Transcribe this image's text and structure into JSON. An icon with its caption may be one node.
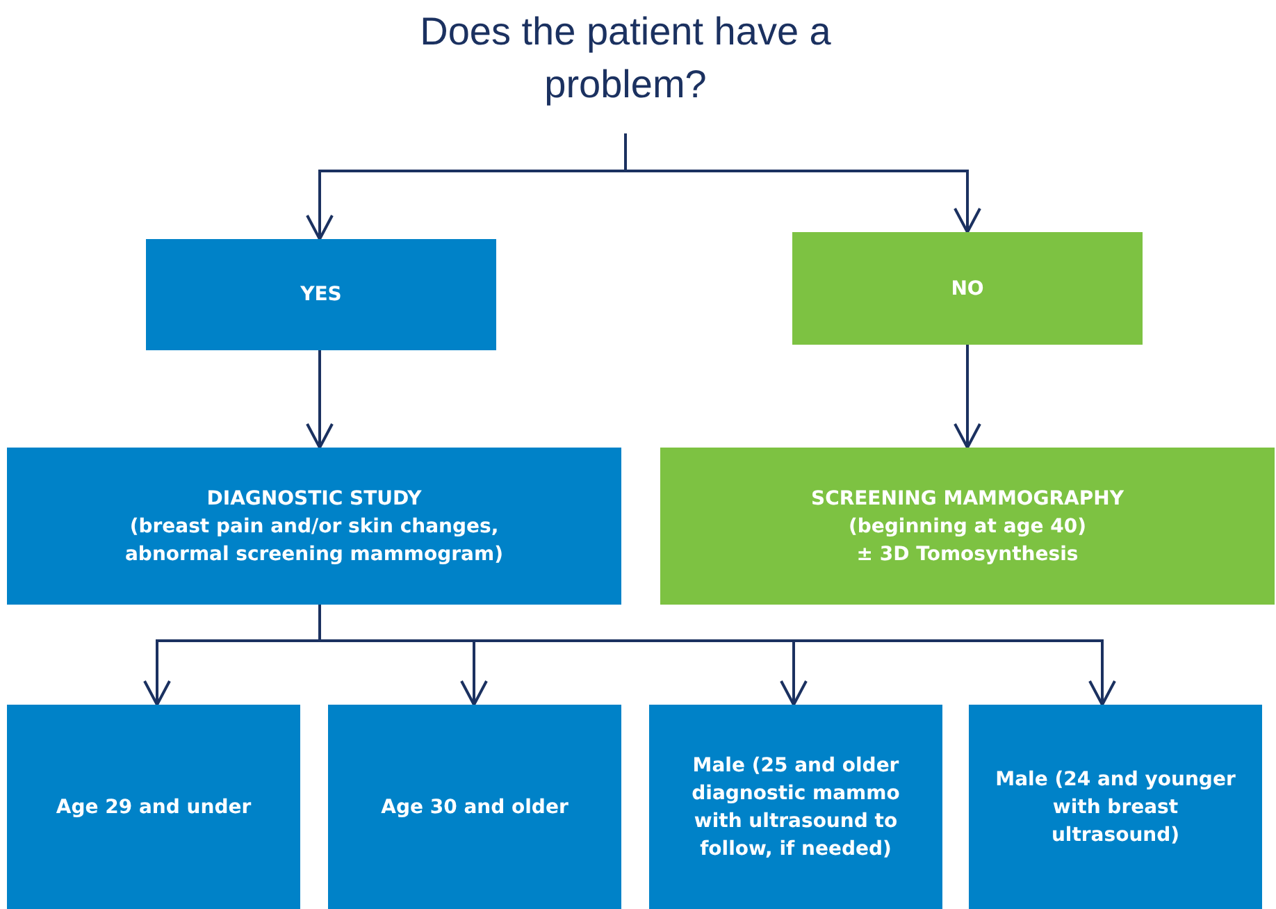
{
  "diagram": {
    "nodes": [
      {
        "text": [
          "Does the patient have a problem?"
        ]
      },
      {
        "text": [
          "YES"
        ]
      },
      {
        "text": [
          "NO"
        ]
      },
      {
        "text": [
          "DIAGNOSTIC STUDY",
          "(breast pain and/or skin changes, abnormal screening mammogram)"
        ]
      },
      {
        "text": [
          "SCREENING MAMMOGRAPHY",
          "(beginning at age 40)",
          "± 3D Tomosynthesis"
        ]
      },
      {
        "text": [
          "Age 29 and under"
        ]
      },
      {
        "text": [
          "Age 30 and older"
        ]
      },
      {
        "text": [
          "Male (25 and older diagnostic mammo with ultrasound to follow, if needed)"
        ]
      },
      {
        "text": [
          "Male (24 and younger with breast ultrasound)"
        ]
      }
    ],
    "edges": [
      {
        "from": 0,
        "to": 1,
        "arrow": "to"
      },
      {
        "from": 0,
        "to": 2,
        "arrow": "to"
      },
      {
        "from": 1,
        "to": 3,
        "arrow": "to"
      },
      {
        "from": 2,
        "to": 4,
        "arrow": "to"
      },
      {
        "from": 3,
        "to": 5,
        "arrow": "to"
      },
      {
        "from": 3,
        "to": 6,
        "arrow": "to"
      },
      {
        "from": 3,
        "to": 7,
        "arrow": "to"
      },
      {
        "from": 3,
        "to": 8,
        "arrow": "to"
      }
    ]
  }
}
